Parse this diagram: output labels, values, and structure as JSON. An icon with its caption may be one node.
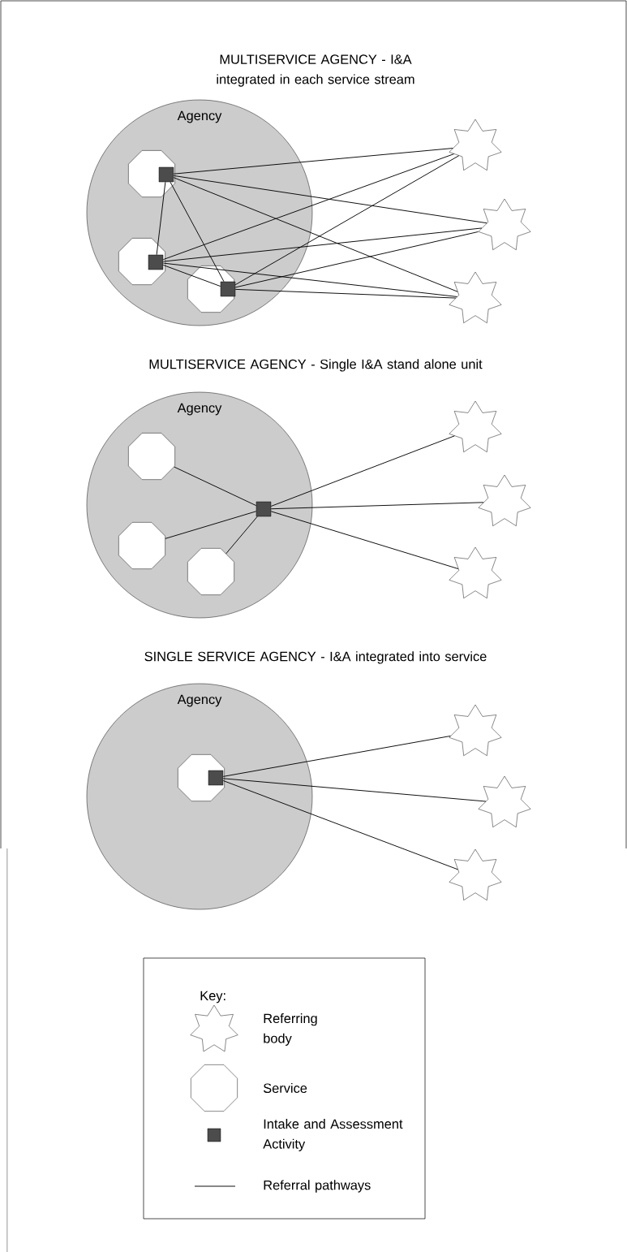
{
  "diagram": {
    "nodes": [
      {
        "text": [
          "Agency"
        ]
      },
      {
        "text": [],
        "shape": "octagon",
        "in": 0
      },
      {
        "text": [],
        "shape": "octagon",
        "in": 0
      },
      {
        "text": [],
        "shape": "octagon",
        "in": 0
      },
      {
        "text": [],
        "shape": "box",
        "in": 1
      },
      {
        "text": [],
        "shape": "box",
        "in": 2
      },
      {
        "text": [],
        "shape": "box",
        "in": 3
      },
      {
        "text": [],
        "shape": "star"
      },
      {
        "text": [],
        "shape": "star"
      },
      {
        "text": [],
        "shape": "star"
      },
      {
        "text": [
          "Agency"
        ]
      },
      {
        "text": [],
        "shape": "octagon",
        "in": 10
      },
      {
        "text": [],
        "shape": "octagon",
        "in": 10
      },
      {
        "text": [],
        "shape": "octagon",
        "in": 10
      },
      {
        "text": [],
        "shape": "box",
        "in": 10
      },
      {
        "text": [],
        "shape": "star"
      },
      {
        "text": [],
        "shape": "star"
      },
      {
        "text": [],
        "shape": "star"
      },
      {
        "text": [
          "Agency"
        ]
      },
      {
        "text": [],
        "shape": "octagon",
        "in": 18
      },
      {
        "text": [],
        "shape": "box",
        "in": 19
      },
      {
        "text": [],
        "shape": "star"
      },
      {
        "text": [],
        "shape": "star"
      },
      {
        "text": [],
        "shape": "star"
      }
    ],
    "edges": [
      {
        "from": 4,
        "to": 5,
        "arrow": "none"
      },
      {
        "from": 4,
        "to": 6,
        "arrow": "none"
      },
      {
        "from": 5,
        "to": 6,
        "arrow": "none"
      },
      {
        "from": 4,
        "to": 7,
        "arrow": "none"
      },
      {
        "from": 4,
        "to": 8,
        "arrow": "none"
      },
      {
        "from": 4,
        "to": 9,
        "arrow": "none"
      },
      {
        "from": 5,
        "to": 7,
        "arrow": "none"
      },
      {
        "from": 5,
        "to": 8,
        "arrow": "none"
      },
      {
        "from": 5,
        "to": 9,
        "arrow": "none"
      },
      {
        "from": 6,
        "to": 7,
        "arrow": "none"
      },
      {
        "from": 6,
        "to": 8,
        "arrow": "none"
      },
      {
        "from": 6,
        "to": 9,
        "arrow": "none"
      },
      {
        "from": 11,
        "to": 14,
        "arrow": "none"
      },
      {
        "from": 12,
        "to": 14,
        "arrow": "none"
      },
      {
        "from": 13,
        "to": 14,
        "arrow": "none"
      },
      {
        "from": 14,
        "to": 15,
        "arrow": "none"
      },
      {
        "from": 14,
        "to": 16,
        "arrow": "none"
      },
      {
        "from": 14,
        "to": 17,
        "arrow": "none"
      },
      {
        "from": 20,
        "to": 21,
        "arrow": "none"
      },
      {
        "from": 20,
        "to": 22,
        "arrow": "none"
      },
      {
        "from": 20,
        "to": 23,
        "arrow": "none"
      }
    ],
    "labels": [
      "MULTISERVICE AGENCY - I&A integrated in each service stream",
      "MULTISERVICE AGENCY - Single I&A stand alone unit",
      "SINGLE SERVICE AGENCY - I&A integrated into service",
      "Key:"
    ],
    "legend": [
      {
        "text": "Referring body"
      },
      {
        "text": "Service"
      },
      {
        "text": "Intake and Assessment Activity"
      },
      {
        "text": "Referral pathways"
      }
    ]
  }
}
